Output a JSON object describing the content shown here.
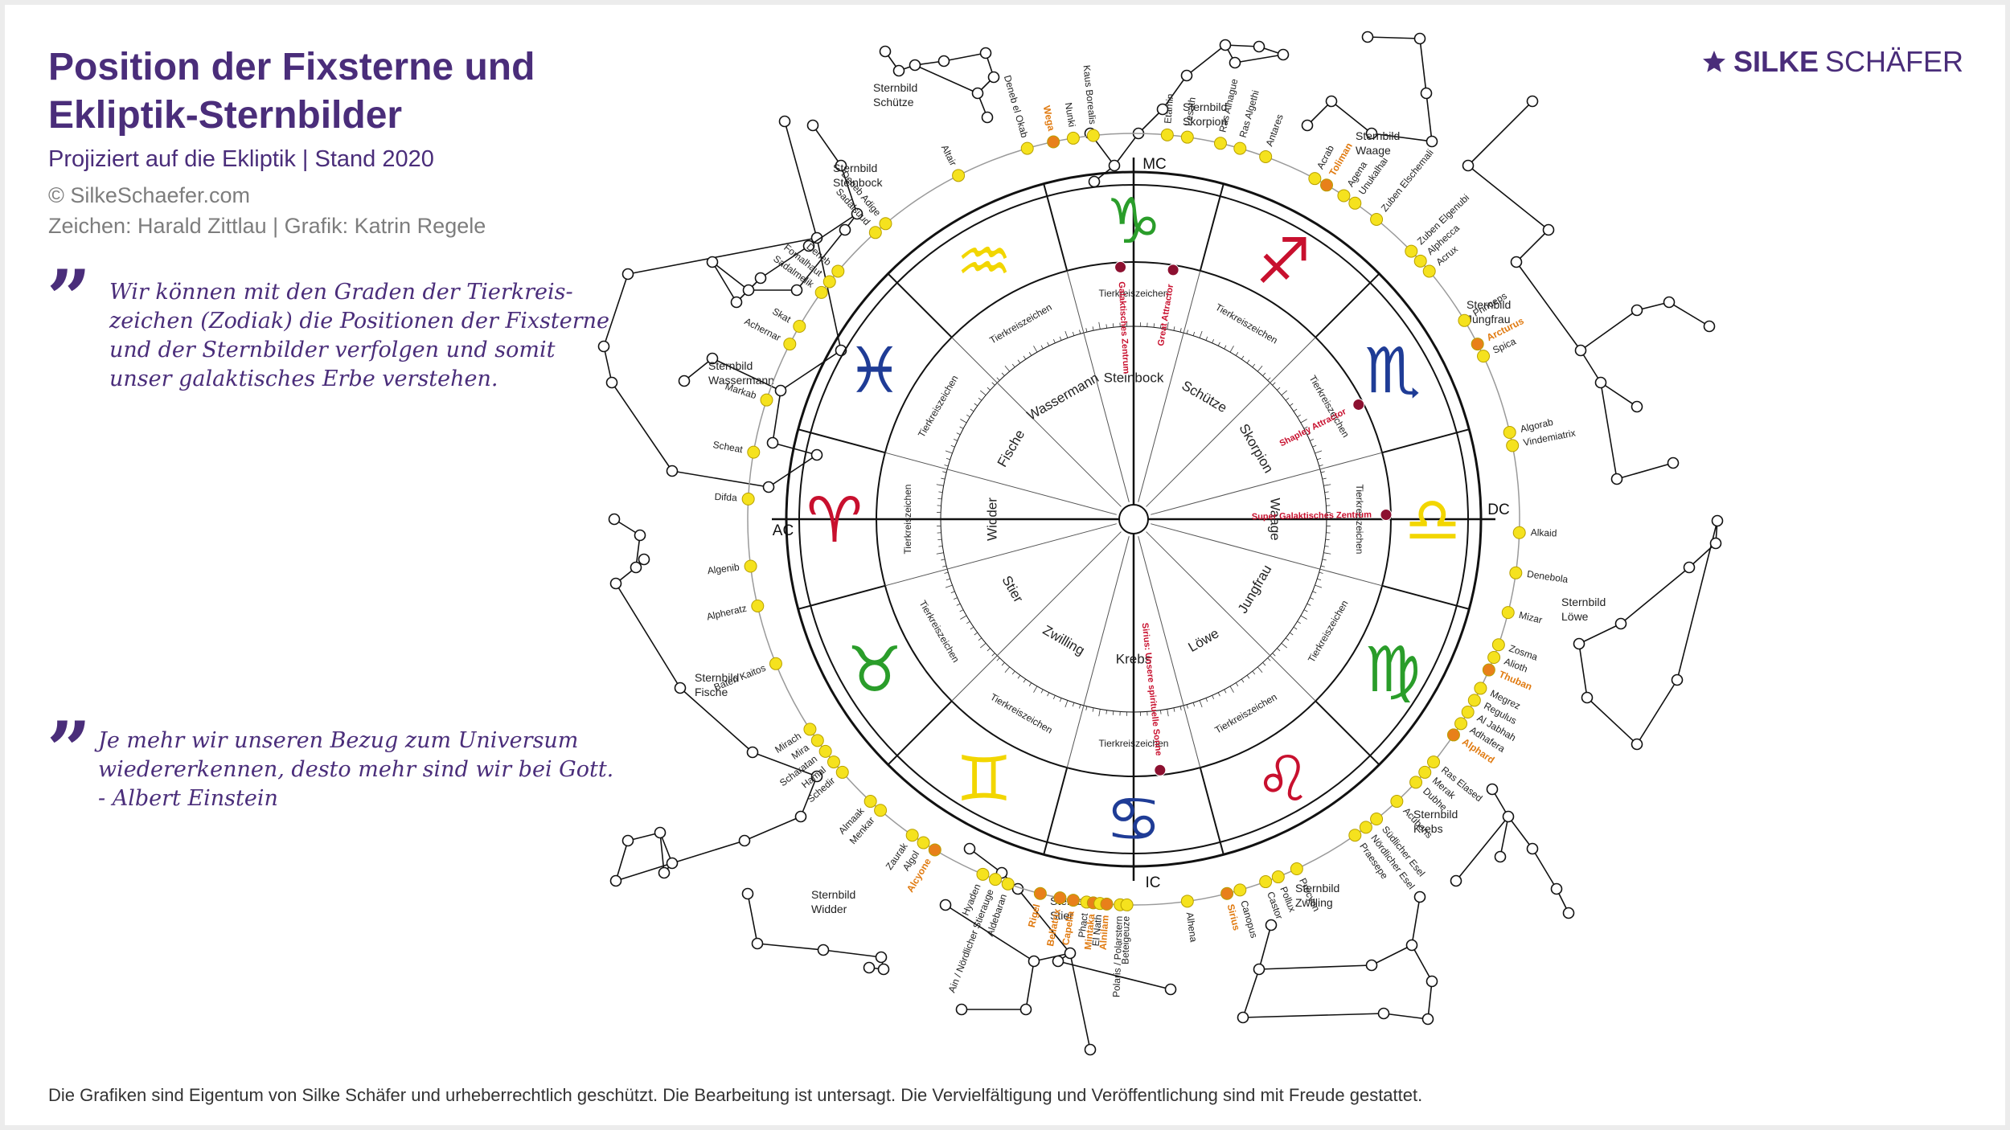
{
  "header": {
    "title_line1": "Position der Fixsterne und",
    "title_line2": "Ekliptik-Sternbilder",
    "subtitle": "Projiziert auf die Ekliptik | Stand 2020",
    "copyright": "© SilkeSchaefer.com",
    "credits": "Zeichen: Harald Zittlau | Grafik: Katrin Regele"
  },
  "brand": {
    "icon": "star-icon",
    "name_bold": "SILKE",
    "name_regular": "SCHÄFER"
  },
  "quotes": [
    {
      "mark": "”",
      "text": "Wir können mit den Graden der Tierkreis-\nzeichen (Zodiak) die Positionen der Fixsterne\nund der Sternbilder verfolgen und somit\nunser galaktisches Erbe verstehen."
    },
    {
      "mark": "”",
      "text": "Je mehr wir unseren Bezug zum Universum\nwiedererkennen, desto mehr sind wir bei Gott.\n- Albert Einstein"
    }
  ],
  "footer": "Die Grafiken sind Eigentum von Silke Schäfer und urheberrechtlich geschützt. Die Bearbeitung ist untersagt. Die Vervielfältigung und Veröffentlichung sind mit Freude gestattet.",
  "wheel": {
    "axes": {
      "mc": "MC",
      "ic": "IC",
      "ac": "AC",
      "dc": "DC"
    },
    "zodiac_label": "Tierkreiszeichen",
    "signs": [
      {
        "name": "Widder",
        "glyph": "♈",
        "color": "#c8102e",
        "angle": 180
      },
      {
        "name": "Stier",
        "glyph": "♉",
        "color": "#2a9d2a",
        "angle": 210
      },
      {
        "name": "Zwilling",
        "glyph": "♊",
        "color": "#f2d600",
        "angle": 240
      },
      {
        "name": "Krebs",
        "glyph": "♋",
        "color": "#1f3c96",
        "angle": 270
      },
      {
        "name": "Löwe",
        "glyph": "♌",
        "color": "#c8102e",
        "angle": 300
      },
      {
        "name": "Jungfrau",
        "glyph": "♍",
        "color": "#2a9d2a",
        "angle": 330
      },
      {
        "name": "Waage",
        "glyph": "♎",
        "color": "#f2d600",
        "angle": 0
      },
      {
        "name": "Skorpion",
        "glyph": "♏",
        "color": "#1f3c96",
        "angle": 30
      },
      {
        "name": "Schütze",
        "glyph": "♐",
        "color": "#c8102e",
        "angle": 60
      },
      {
        "name": "Steinbock",
        "glyph": "♑",
        "color": "#2a9d2a",
        "angle": 90
      },
      {
        "name": "Wassermann",
        "glyph": "♒",
        "color": "#f2d600",
        "angle": 120
      },
      {
        "name": "Fische",
        "glyph": "♓",
        "color": "#1f3c96",
        "angle": 150
      }
    ],
    "galactic_points": [
      {
        "name": "Galaktisches Zentrum",
        "angle": 93
      },
      {
        "name": "Great Attractor",
        "angle": 81
      },
      {
        "name": "Shapley Attractor",
        "angle": 27
      },
      {
        "name": "Super Galaktisches Zentrum",
        "angle": 1
      },
      {
        "name": "Sirius: Unsere spirituelle Sonne",
        "angle": 276
      }
    ],
    "stars": [
      {
        "name": "Algorab",
        "angle": 13
      },
      {
        "name": "Vindemiatrix",
        "angle": 11
      },
      {
        "name": "Spica",
        "angle": 25
      },
      {
        "name": "Arcturus",
        "angle": 27,
        "bright": true
      },
      {
        "name": "Princeps",
        "angle": 31
      },
      {
        "name": "Acrux",
        "angle": 40
      },
      {
        "name": "Alphecca",
        "angle": 42
      },
      {
        "name": "Zuben Elgenubi",
        "angle": 44
      },
      {
        "name": "Zuben Elschemali",
        "angle": 51
      },
      {
        "name": "Unukalhai",
        "angle": 55
      },
      {
        "name": "Agena",
        "angle": 57
      },
      {
        "name": "Toliman",
        "angle": 60,
        "bright": true
      },
      {
        "name": "Acrab",
        "angle": 62
      },
      {
        "name": "Antares",
        "angle": 70
      },
      {
        "name": "Ras Algethi",
        "angle": 74
      },
      {
        "name": "Ras Alhague",
        "angle": 77
      },
      {
        "name": "Lesath",
        "angle": 82
      },
      {
        "name": "Etamin",
        "angle": 85
      },
      {
        "name": "Kaus Borealis",
        "angle": 96
      },
      {
        "name": "Nunki",
        "angle": 99
      },
      {
        "name": "Wega",
        "angle": 102,
        "bright": true
      },
      {
        "name": "Deneb el Okab",
        "angle": 106
      },
      {
        "name": "Altair",
        "angle": 117
      },
      {
        "name": "Deneb Adige",
        "angle": 130
      },
      {
        "name": "Sadalsuud",
        "angle": 132
      },
      {
        "name": "Deneb",
        "angle": 140
      },
      {
        "name": "Fomalhaut",
        "angle": 142
      },
      {
        "name": "Sadalmelik",
        "angle": 144
      },
      {
        "name": "Skat",
        "angle": 150
      },
      {
        "name": "Achernar",
        "angle": 153
      },
      {
        "name": "Markab",
        "angle": 162
      },
      {
        "name": "Scheat",
        "angle": 170
      },
      {
        "name": "Difda",
        "angle": 177
      },
      {
        "name": "Algenib",
        "angle": 187
      },
      {
        "name": "Alpheratz",
        "angle": 193
      },
      {
        "name": "Baten Kaitos",
        "angle": 202
      },
      {
        "name": "Mirach",
        "angle": 213
      },
      {
        "name": "Mira",
        "angle": 215
      },
      {
        "name": "Scharatan",
        "angle": 217
      },
      {
        "name": "Hamal",
        "angle": 219
      },
      {
        "name": "Schedir",
        "angle": 221
      },
      {
        "name": "Almaak",
        "angle": 227
      },
      {
        "name": "Menkar",
        "angle": 229
      },
      {
        "name": "Zaurak",
        "angle": 235
      },
      {
        "name": "Algol",
        "angle": 237
      },
      {
        "name": "Alcyone",
        "angle": 239,
        "bright": true
      },
      {
        "name": "Hyaden",
        "angle": 247
      },
      {
        "name": "Ain / Nördlicher Stierauge",
        "angle": 249
      },
      {
        "name": "Aldebaran",
        "angle": 251
      },
      {
        "name": "Rigel",
        "angle": 256,
        "bright": true
      },
      {
        "name": "Bellatrix",
        "angle": 259,
        "bright": true
      },
      {
        "name": "Capella",
        "angle": 261,
        "bright": true
      },
      {
        "name": "Phact",
        "angle": 263
      },
      {
        "name": "Mintaka",
        "angle": 264,
        "bright": true
      },
      {
        "name": "El Nath",
        "angle": 265
      },
      {
        "name": "Alnilam",
        "angle": 266,
        "bright": true
      },
      {
        "name": "Polaris / Polarstern",
        "angle": 268
      },
      {
        "name": "Beteigeuze",
        "angle": 269
      },
      {
        "name": "Alhena",
        "angle": 278
      },
      {
        "name": "Sirius",
        "angle": 284,
        "bright": true
      },
      {
        "name": "Canopus",
        "angle": 286
      },
      {
        "name": "Castor",
        "angle": 290
      },
      {
        "name": "Pollux",
        "angle": 292
      },
      {
        "name": "Procyon",
        "angle": 295
      },
      {
        "name": "Praesepe",
        "angle": 305
      },
      {
        "name": "Nördlicher Esel",
        "angle": 307
      },
      {
        "name": "Südlicher Esel",
        "angle": 309
      },
      {
        "name": "Acubens",
        "angle": 313
      },
      {
        "name": "Dubhe",
        "angle": 317
      },
      {
        "name": "Merak",
        "angle": 319
      },
      {
        "name": "Ras Elased",
        "angle": 321
      },
      {
        "name": "Alphard",
        "angle": 326,
        "bright": true
      },
      {
        "name": "Adhafera",
        "angle": 328
      },
      {
        "name": "Al Jabhah",
        "angle": 330
      },
      {
        "name": "Regulus",
        "angle": 332
      },
      {
        "name": "Megrez",
        "angle": 334
      },
      {
        "name": "Thuban",
        "angle": 337,
        "bright": true
      },
      {
        "name": "Alioth",
        "angle": 339
      },
      {
        "name": "Zosma",
        "angle": 341
      },
      {
        "name": "Mizar",
        "angle": 346
      },
      {
        "name": "Denebola",
        "angle": 352
      },
      {
        "name": "Alkaid",
        "angle": 358
      }
    ]
  },
  "constellations": [
    {
      "name": "Sternbild Schütze",
      "line1": "Sternbild",
      "line2": "Schütze"
    },
    {
      "name": "Sternbild Skorpion",
      "line1": "Sternbild",
      "line2": "Skorpion"
    },
    {
      "name": "Sternbild Waage",
      "line1": "Sternbild",
      "line2": "Waage"
    },
    {
      "name": "Sternbild Jungfrau",
      "line1": "Sternbild",
      "line2": "Jungfrau"
    },
    {
      "name": "Sternbild Löwe",
      "line1": "Sternbild",
      "line2": "Löwe"
    },
    {
      "name": "Sternbild Krebs",
      "line1": "Sternbild",
      "line2": "Krebs"
    },
    {
      "name": "Sternbild Zwilling",
      "line1": "Sternbild",
      "line2": "Zwilling"
    },
    {
      "name": "Sternbild Stier",
      "line1": "Sternbild",
      "line2": "Stier"
    },
    {
      "name": "Sternbild Widder",
      "line1": "Sternbild",
      "line2": "Widder"
    },
    {
      "name": "Sternbild Fische",
      "line1": "Sternbild",
      "line2": "Fische"
    },
    {
      "name": "Sternbild Wassermann",
      "line1": "Sternbild",
      "line2": "Wassermann"
    },
    {
      "name": "Sternbild Steinbock",
      "line1": "Sternbild",
      "line2": "Steinbock"
    }
  ]
}
